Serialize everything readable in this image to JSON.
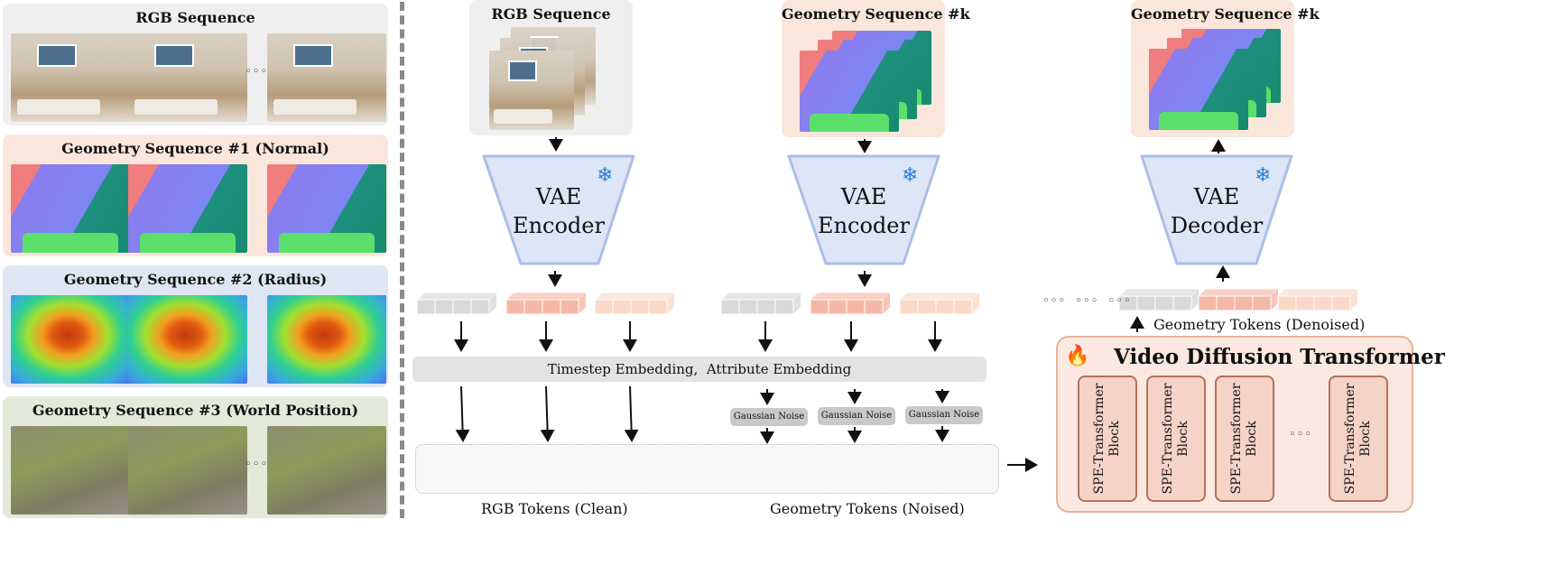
{
  "left_panels": [
    {
      "title": "RGB Sequence",
      "bg": "#efefef",
      "kind": "rgb",
      "middle": "dots"
    },
    {
      "title": "Geometry Sequence #1 (Normal)",
      "bg": "#fbe6dc",
      "kind": "normal",
      "middle": "image"
    },
    {
      "title": "Geometry Sequence #2 (Radius)",
      "bg": "#dfe6f3",
      "kind": "radius",
      "middle": "image"
    },
    {
      "title": "Geometry Sequence #3 (World Position)",
      "bg": "#e4ead9",
      "kind": "world",
      "middle": "dots"
    }
  ],
  "input_cards": {
    "rgb": {
      "title": "RGB Sequence",
      "bg": "#efefef"
    },
    "geo": {
      "title": "Geometry Sequence #k",
      "bg": "#fbe6dc"
    },
    "out": {
      "title": "Geometry Sequence #k",
      "bg": "#fbe6dc"
    }
  },
  "vae": {
    "encoder1": {
      "line1": "VAE",
      "line2": "Encoder",
      "icon": "snowflake-icon"
    },
    "encoder2": {
      "line1": "VAE",
      "line2": "Encoder",
      "icon": "snowflake-icon"
    },
    "decoder": {
      "line1": "VAE",
      "line2": "Decoder",
      "icon": "snowflake-icon"
    }
  },
  "embedding_label": "Timestep Embedding,  Attribute Embedding",
  "noise_label": "Gaussian Noise",
  "rgb_tokens_label": "RGB Tokens (Clean)",
  "geo_tokens_noised_label": "Geometry Tokens (Noised)",
  "geo_tokens_denoised_label": "Geometry Tokens (Denoised)",
  "dit": {
    "title": "Video Diffusion Transformer",
    "icon": "fire-icon",
    "blocks": [
      "SPE-Transformer\nBlock",
      "SPE-Transformer\nBlock",
      "SPE-Transformer\nBlock",
      "SPE-Transformer\nBlock"
    ]
  },
  "colors": {
    "token_gray": "#d9d9d9",
    "token_red": "#f6b8a6",
    "token_peach": "#fad9c9",
    "vae_fill": "#dde6f6",
    "vae_stroke": "#a9bfe6",
    "dit_bg": "#fbe9e1",
    "dit_border": "#e7b29a"
  }
}
